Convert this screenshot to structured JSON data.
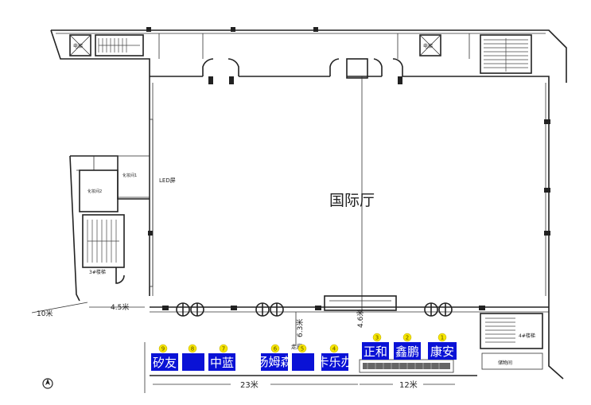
{
  "hall": {
    "name": "国际厅"
  },
  "labels": {
    "led_screen": "LED屏",
    "corridor": "走廊",
    "stair_3": "3#楼梯",
    "stair_4": "4#楼梯",
    "storage": "储物间",
    "elevator_left": "电梯",
    "elevator_right": "电梯",
    "room_a": "化妆间1",
    "room_b": "化妆间2"
  },
  "dimensions": {
    "d10": "10米",
    "d45": "4.5米",
    "d63": "6.3米",
    "d46": "4.6米",
    "d23": "23米",
    "d12": "12米"
  },
  "booths": [
    {
      "number": "9",
      "name": "矽友"
    },
    {
      "number": "8",
      "name": ""
    },
    {
      "number": "7",
      "name": "中蓝"
    },
    {
      "number": "6",
      "name": "汤姆森"
    },
    {
      "number": "5",
      "name": ""
    },
    {
      "number": "4",
      "name": "卡乐办"
    },
    {
      "number": "3",
      "name": "正和"
    },
    {
      "number": "2",
      "name": "鑫鹏"
    },
    {
      "number": "1",
      "name": "康安"
    }
  ],
  "colors": {
    "booth": "#0a12d6",
    "number_badge": "#f6e600"
  }
}
